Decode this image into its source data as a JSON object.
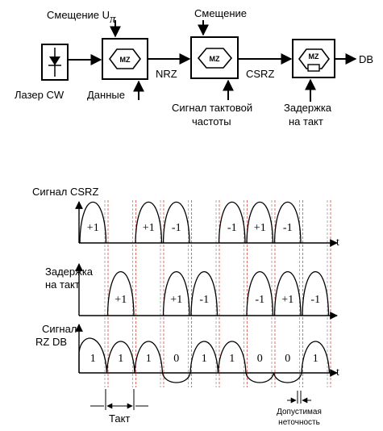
{
  "block_diagram": {
    "laser_label": "Лазер CW",
    "bias_u_pi_label": "Смещение U",
    "pi_symbol": "π",
    "data_label": "Данные",
    "modulator_label": "MZ",
    "nrz_label": "NRZ",
    "bias_label": "Смещение",
    "clock_signal_line1": "Сигнал тактовой",
    "clock_signal_line2": "частоты",
    "csrz_label": "CSRZ",
    "delay_line1": "Задержка",
    "delay_line2": "на такт",
    "db_label": "DB"
  },
  "timing_diagram": {
    "time_axis_label": "t",
    "rows": [
      {
        "label_lines": [
          "Сигнал CSRZ"
        ],
        "pulses": [
          {
            "slot": 0,
            "label": "+1"
          },
          {
            "slot": 2,
            "label": "+1"
          },
          {
            "slot": 3,
            "label": "-1"
          },
          {
            "slot": 5,
            "label": "-1"
          },
          {
            "slot": 6,
            "label": "+1"
          },
          {
            "slot": 7,
            "label": "-1"
          }
        ]
      },
      {
        "label_lines": [
          "Задержка",
          "на такт"
        ],
        "pulses": [
          {
            "slot": 1,
            "label": "+1"
          },
          {
            "slot": 3,
            "label": "+1"
          },
          {
            "slot": 4,
            "label": "-1"
          },
          {
            "slot": 6,
            "label": "-1"
          },
          {
            "slot": 7,
            "label": "+1"
          },
          {
            "slot": 8,
            "label": "-1"
          }
        ]
      }
    ],
    "db_row": {
      "label_lines": [
        "Сигнал",
        "RZ DB"
      ],
      "bits": [
        "1",
        "1",
        "1",
        "0",
        "1",
        "1",
        "0",
        "0",
        "1"
      ]
    },
    "period_label": "Такт",
    "tolerance_line1": "Допустимая",
    "tolerance_line2": "неточность"
  },
  "colors": {
    "line": "#000000",
    "dashed_marker": "#d9473c"
  }
}
